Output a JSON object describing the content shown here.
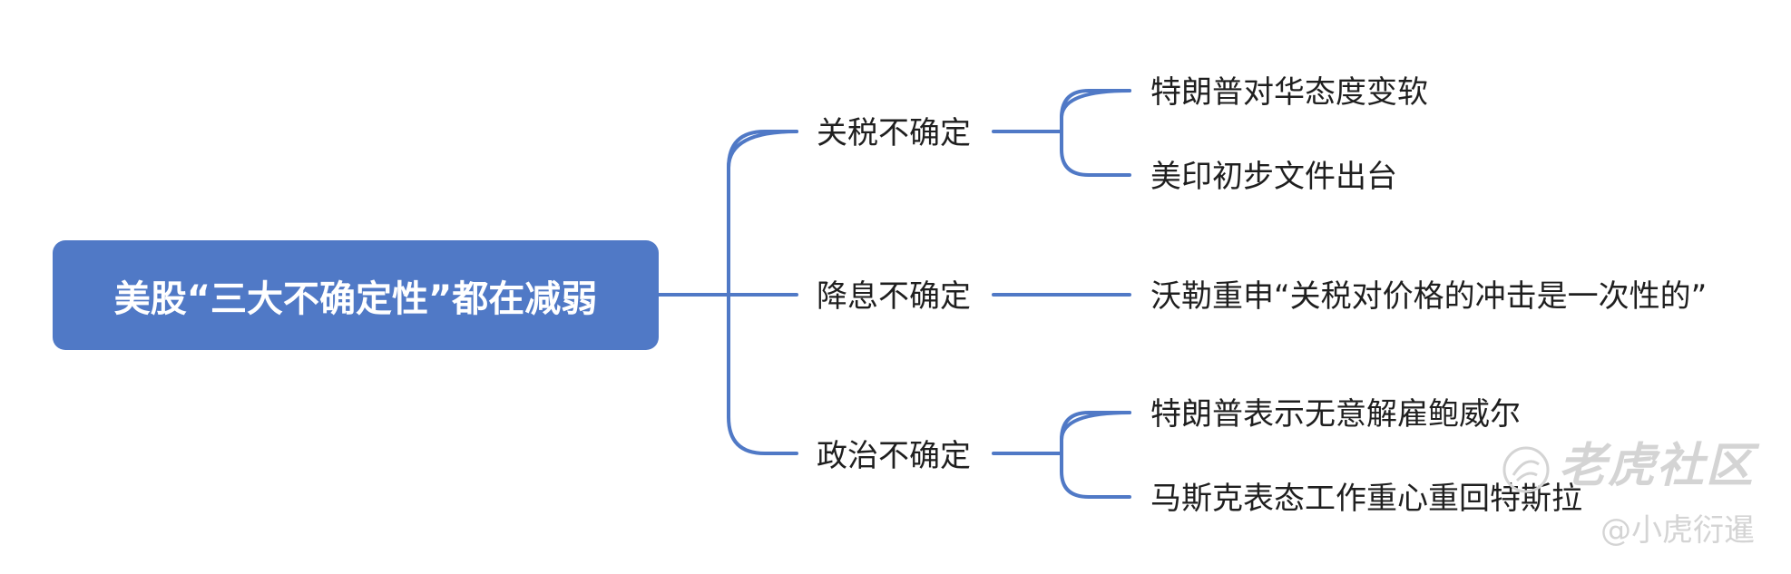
{
  "root": {
    "label": "美股“三大不确定性”都在减弱",
    "color": "#5079c6"
  },
  "branches": [
    {
      "label": "关税不确定",
      "children": [
        "特朗普对华态度变软",
        "美印初步文件出台"
      ]
    },
    {
      "label": "降息不确定",
      "children": [
        "沃勒重申“关税对价格的冲击是一次性的”"
      ]
    },
    {
      "label": "政治不确定",
      "children": [
        "特朗普表示无意解雇鲍威尔",
        "马斯克表态工作重心重回特斯拉"
      ]
    }
  ],
  "connector_color": "#5079c6",
  "watermark": {
    "brand": "老虎社区",
    "user": "@小虎衍暹",
    "logo_icon": "tiger-logo-icon"
  }
}
